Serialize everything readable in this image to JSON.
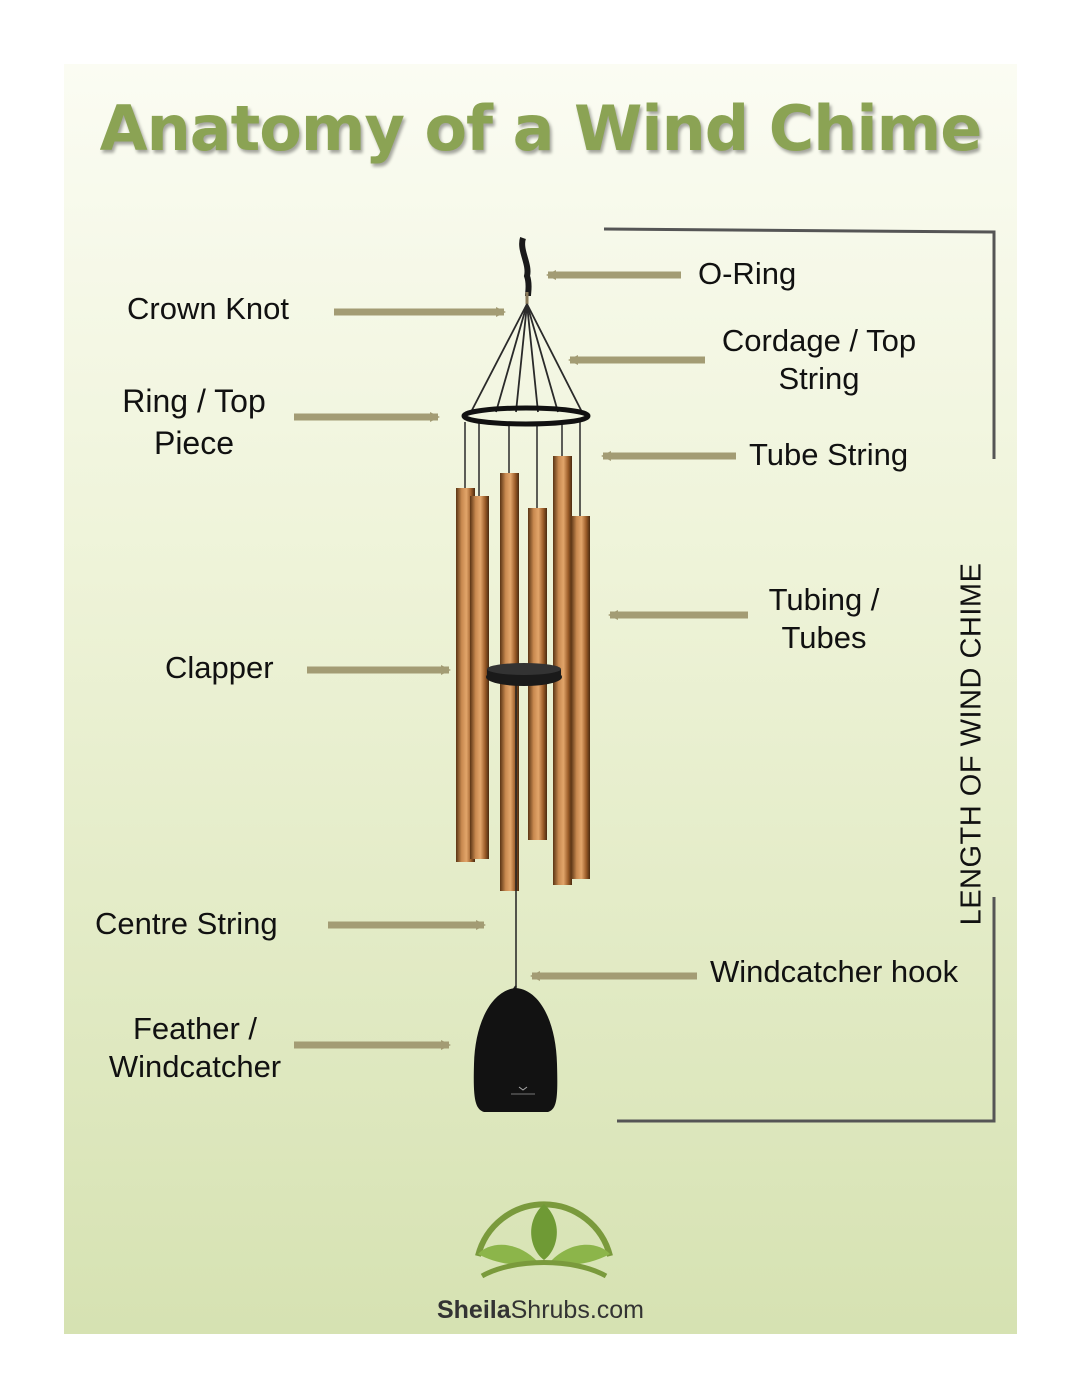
{
  "title": "Anatomy of a Wind Chime",
  "labels": {
    "o_ring": "O-Ring",
    "crown_knot": "Crown Knot",
    "cordage_1": "Cordage / Top",
    "cordage_2": "String",
    "ring_1": "Ring / Top",
    "ring_2": "Piece",
    "tube_string": "Tube String",
    "tubing_1": "Tubing /",
    "tubing_2": "Tubes",
    "clapper": "Clapper",
    "centre_string": "Centre String",
    "windcatcher_hook": "Windcatcher hook",
    "feather_1": "Feather /",
    "feather_2": "Windcatcher",
    "length": "LENGTH OF WIND CHIME"
  },
  "logo": {
    "bold": "Sheila",
    "rest": "Shrubs.com"
  },
  "colors": {
    "title": "#8ba354",
    "arrow": "#a39c74",
    "tube": "#b5743e",
    "bracket": "#555555"
  }
}
